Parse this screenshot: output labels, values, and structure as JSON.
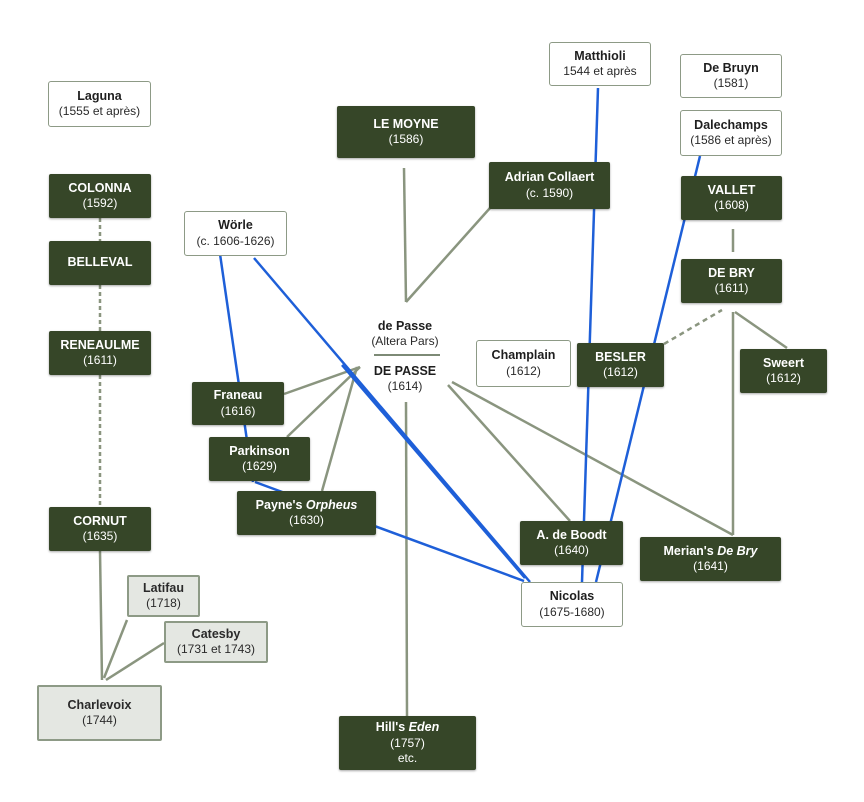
{
  "colors": {
    "dark_box": "#364628",
    "grey_line": "#8a957f",
    "blue_line": "#1e5fd8",
    "light_border": "#8d9a86"
  },
  "nodes": [
    {
      "id": "laguna",
      "title": "Laguna",
      "sub": "(1555 et après)"
    },
    {
      "id": "colonna",
      "title": "COLONNA",
      "sub": "(1592)"
    },
    {
      "id": "belleval",
      "title": "BELLEVAL"
    },
    {
      "id": "reneaulme",
      "title": "RENEAULME",
      "sub": "(1611)"
    },
    {
      "id": "cornut",
      "title": "CORNUT",
      "sub": "(1635)"
    },
    {
      "id": "latifau",
      "title": "Latifau",
      "sub": "(1718)"
    },
    {
      "id": "catesby",
      "title": "Catesby",
      "sub": "(1731 et 1743)"
    },
    {
      "id": "charlevoix",
      "title": "Charlevoix",
      "sub": "(1744)"
    },
    {
      "id": "worle",
      "title": "Wörle",
      "sub": "(c. 1606-1626)"
    },
    {
      "id": "lemoyne",
      "title": "LE MOYNE",
      "sub": "(1586)"
    },
    {
      "id": "collaert",
      "title": "Adrian Collaert",
      "sub": "(c. 1590)"
    },
    {
      "id": "depasse_altera",
      "title": "de Passe",
      "sub": "(Altera Pars)"
    },
    {
      "id": "depasse",
      "title": "DE PASSE",
      "sub": "(1614)"
    },
    {
      "id": "franeau",
      "title": "Franeau",
      "sub": "(1616)"
    },
    {
      "id": "parkinson",
      "title": "Parkinson",
      "sub": "(1629)"
    },
    {
      "id": "payne",
      "title_pre": "Payne's ",
      "title_italic": "Orpheus",
      "sub": "(1630)"
    },
    {
      "id": "hill",
      "title_pre": "Hill's ",
      "title_italic": "Eden",
      "sub": "(1757)",
      "sub2": "etc."
    },
    {
      "id": "matthioli",
      "title": "Matthioli",
      "sub": "1544 et après"
    },
    {
      "id": "debruyn",
      "title": "De Bruyn",
      "sub": "(1581)"
    },
    {
      "id": "dalechamps",
      "title": "Dalechamps",
      "sub": "(1586 et après)"
    },
    {
      "id": "vallet",
      "title": "VALLET",
      "sub": "(1608)"
    },
    {
      "id": "debry",
      "title": "DE BRY",
      "sub": "(1611)"
    },
    {
      "id": "champlain",
      "title": "Champlain",
      "sub": "(1612)"
    },
    {
      "id": "besler",
      "title": "BESLER",
      "sub": "(1612)"
    },
    {
      "id": "sweert",
      "title": "Sweert",
      "sub": "(1612)"
    },
    {
      "id": "deboodt",
      "title": "A. de Boodt",
      "sub": "(1640)"
    },
    {
      "id": "merian",
      "title_pre": "Merian's ",
      "title_italic": "De Bry",
      "sub": "(1641)"
    },
    {
      "id": "nicolas",
      "title": "Nicolas",
      "sub": "(1675-1680)"
    }
  ]
}
